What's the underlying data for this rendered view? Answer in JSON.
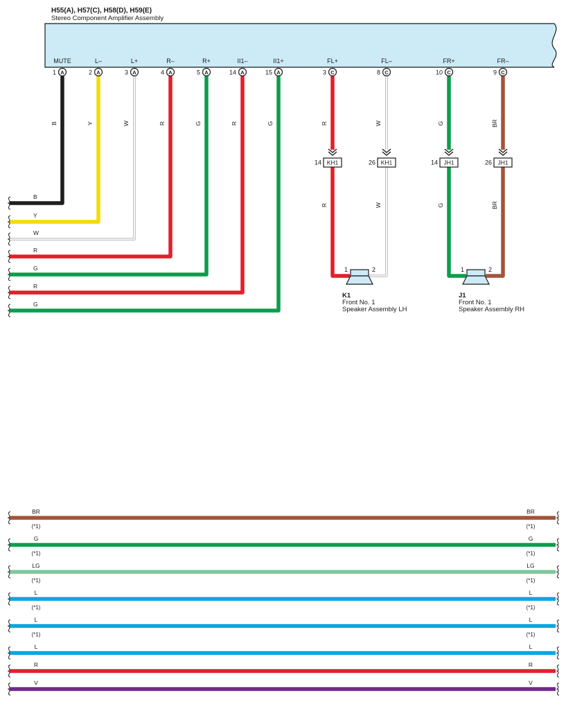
{
  "amplifier": {
    "title": "H55(A), H57(C), H58(D), H59(E)",
    "subtitle": "Stereo Component Amplifier Assembly"
  },
  "colors": {
    "B": "#1e1e1e",
    "Y": "#f5dc00",
    "W": "#ffffff",
    "R": "#e3202a",
    "G": "#0b9e4c",
    "BR": "#a2543a",
    "LG": "#7fc79a",
    "L": "#0aa6df",
    "V": "#6e2a8c",
    "amp_fill": "#cdeaf7",
    "speaker_fill": "#cdeaf7"
  },
  "pins": [
    {
      "label": "MUTE",
      "num": "1",
      "conn": "A",
      "wire": "B"
    },
    {
      "label": "L–",
      "num": "2",
      "conn": "A",
      "wire": "Y"
    },
    {
      "label": "L+",
      "num": "3",
      "conn": "A",
      "wire": "W"
    },
    {
      "label": "R–",
      "num": "4",
      "conn": "A",
      "wire": "R"
    },
    {
      "label": "R+",
      "num": "5",
      "conn": "A",
      "wire": "G"
    },
    {
      "label": "II1–",
      "num": "14",
      "conn": "A",
      "wire": "R"
    },
    {
      "label": "II1+",
      "num": "15",
      "conn": "A",
      "wire": "G"
    },
    {
      "label": "FL+",
      "num": "3",
      "conn": "C",
      "wire": "R"
    },
    {
      "label": "FL–",
      "num": "8",
      "conn": "C",
      "wire": "W"
    },
    {
      "label": "FR+",
      "num": "10",
      "conn": "C",
      "wire": "G"
    },
    {
      "label": "FR–",
      "num": "9",
      "conn": "C",
      "wire": "BR"
    }
  ],
  "left_bus": [
    "B",
    "Y",
    "W",
    "R",
    "G",
    "R",
    "G"
  ],
  "junctions": [
    {
      "pin": "14",
      "code": "KH1",
      "lower_wire": "R"
    },
    {
      "pin": "26",
      "code": "KH1",
      "lower_wire": "W"
    },
    {
      "pin": "14",
      "code": "JH1",
      "lower_wire": "G"
    },
    {
      "pin": "26",
      "code": "JH1",
      "lower_wire": "BR"
    }
  ],
  "speakers": [
    {
      "code": "K1",
      "line1": "Front No. 1",
      "line2": "Speaker Assembly LH",
      "pin1": "1",
      "pin2": "2"
    },
    {
      "code": "J1",
      "line1": "Front No. 1",
      "line2": "Speaker Assembly RH",
      "pin1": "1",
      "pin2": "2"
    }
  ],
  "bottom_wires": [
    {
      "color": "BR",
      "note": "(*1)"
    },
    {
      "color": "G",
      "note": "(*1)"
    },
    {
      "color": "LG",
      "note": "(*1)"
    },
    {
      "color": "L",
      "note": "(*1)"
    },
    {
      "color": "L",
      "note": "(*1)"
    },
    {
      "color": "L",
      "note": ""
    },
    {
      "color": "R",
      "note": ""
    },
    {
      "color": "V",
      "note": ""
    }
  ]
}
